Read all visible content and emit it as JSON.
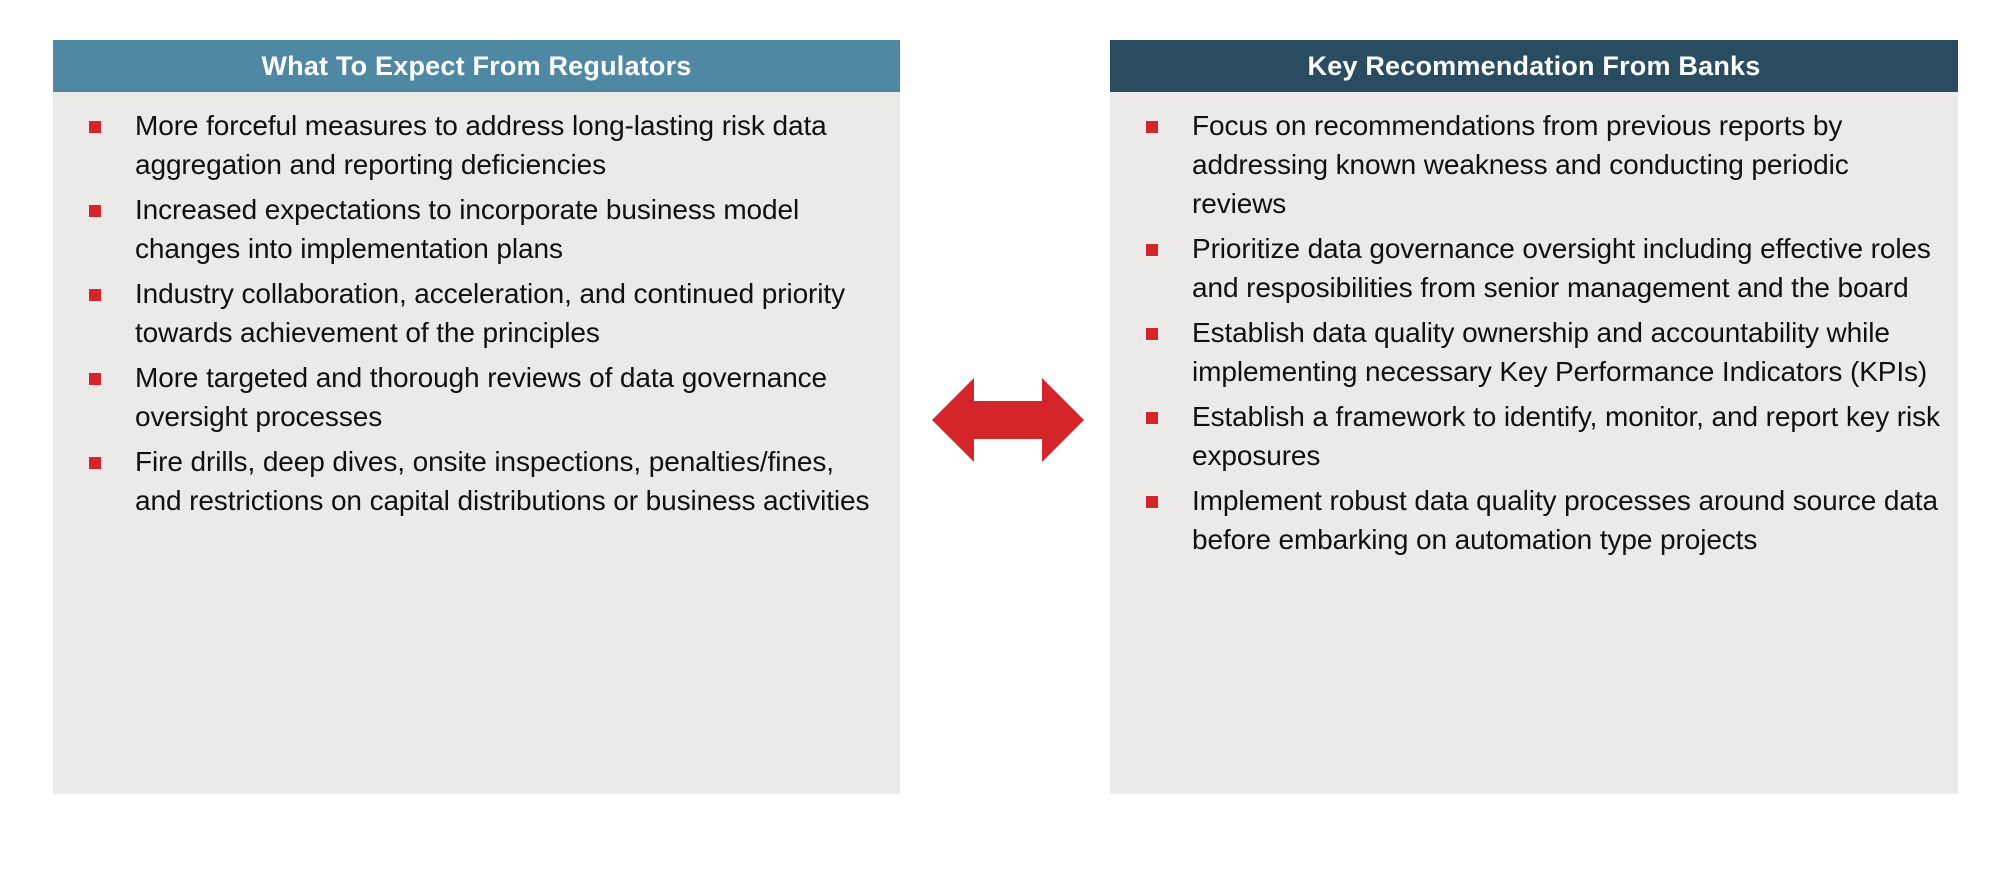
{
  "slide": {
    "background_color": "#ffffff",
    "panel_body_color": "#ebeae8",
    "bullet_color": "#d4262a",
    "arrow_color": "#d4262a"
  },
  "left_panel": {
    "title": "What To Expect From Regulators",
    "header_color": "#4f88a3",
    "header_text_color": "#ffffff",
    "bullets": [
      "More forceful measures to address long-lasting risk data aggregation and reporting deficiencies",
      "Increased expectations to incorporate business model changes into implementation plans",
      "Industry collaboration, acceleration, and continued priority towards achievement of the principles",
      "More targeted and thorough reviews of data governance oversight processes",
      "Fire drills, deep dives, onsite inspections, penalties/fines, and restrictions on capital distributions or business activities"
    ]
  },
  "right_panel": {
    "title": "Key Recommendation From Banks",
    "header_color": "#2a4c60",
    "header_text_color": "#ffffff",
    "bullets": [
      "Focus on recommendations from previous reports by addressing known weakness and conducting periodic reviews",
      "Prioritize data governance oversight including effective roles and resposibilities from senior management and the board",
      "Establish data quality ownership and accountability while implementing necessary Key Performance Indicators (KPIs)",
      "Establish a framework to identify, monitor, and report key risk exposures",
      "Implement robust data quality processes around source data before embarking on automation type projects"
    ]
  },
  "connector": {
    "icon": "double-headed-arrow-icon"
  }
}
